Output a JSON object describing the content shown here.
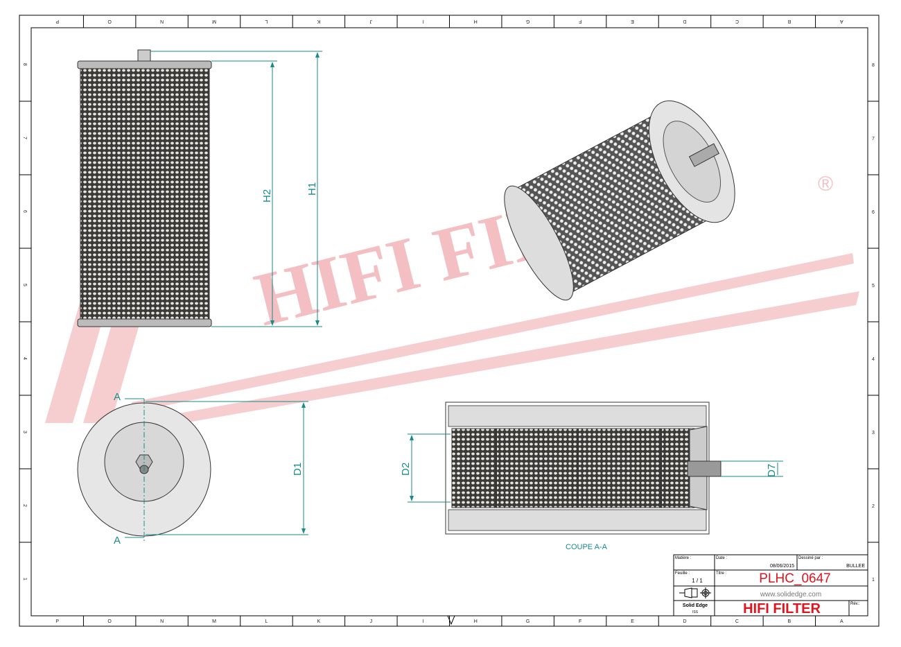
{
  "frame": {
    "column_labels": [
      "P",
      "O",
      "N",
      "M",
      "L",
      "K",
      "J",
      "I",
      "H",
      "G",
      "F",
      "E",
      "D",
      "C",
      "B",
      "A"
    ],
    "row_labels": [
      "8",
      "7",
      "6",
      "5",
      "4",
      "3",
      "2",
      "1"
    ]
  },
  "watermark": {
    "text": "HIFI FILTER",
    "mark": "®"
  },
  "front_view": {
    "dim_h1": "H1",
    "dim_h2": "H2"
  },
  "end_view": {
    "section_mark_top": "A",
    "section_mark_bottom": "A",
    "dim_d1": "D1"
  },
  "section_view": {
    "dim_d2": "D2",
    "dim_d7": "D7",
    "caption": "COUPE A-A"
  },
  "title_block": {
    "matiere_label": "Matière :",
    "date_label": "Date :",
    "date_value": "08/06/2015",
    "dessine_label": "Dessiné par :",
    "dessine_value": "BULLEE",
    "feuille_label": "Feuille :",
    "feuille_value": "1 / 1",
    "titre_label": "Titre :",
    "title_value": "PLHC_0647",
    "website": "www.solidedge.com",
    "software": "Solid Edge",
    "software_sub": "ISS",
    "company": "HIFI FILTER",
    "rev_label": "Rév.:"
  },
  "colors": {
    "dimension": "#1a8a8a",
    "title_red": "#e0141e",
    "watermark": "#f5c6c8"
  }
}
